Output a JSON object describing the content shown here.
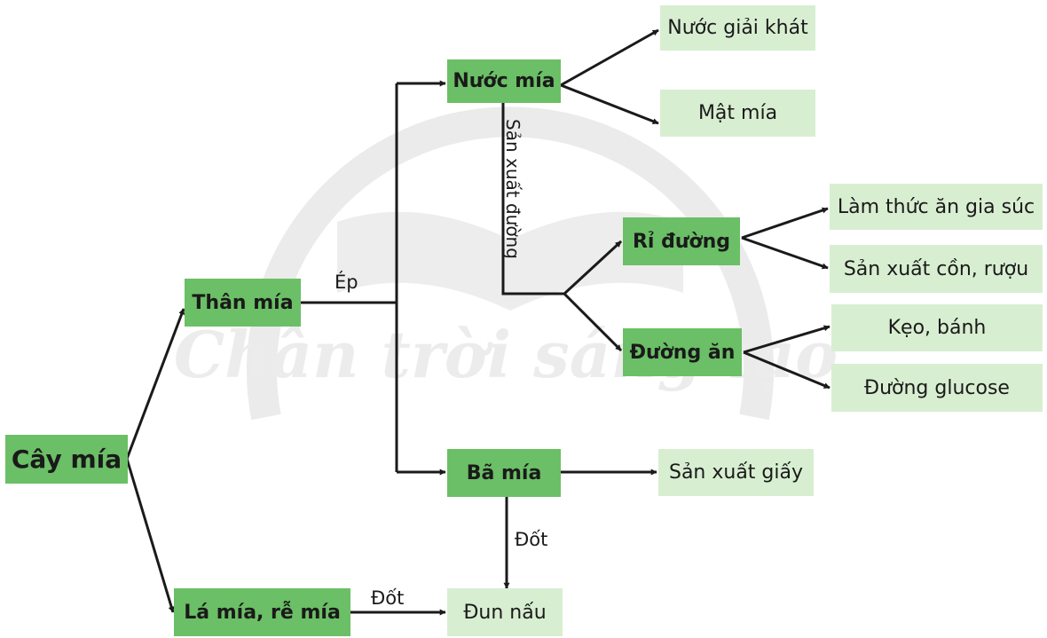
{
  "nodes": {
    "cay_mia": "Cây mía",
    "than_mia": "Thân mía",
    "la_mia": "Lá mía, rễ mía",
    "nuoc_mia": "Nước mía",
    "ba_mia": "Bã mía",
    "ri_duong": "Rỉ đường",
    "duong_an": "Đường ăn",
    "nuoc_giai_khat": "Nước giải khát",
    "mat_mia": "Mật mía",
    "lam_thuc_an": "Làm thức ăn gia súc",
    "san_xuat_con": "Sản xuất cồn, rượu",
    "keo_banh": "Kẹo, bánh",
    "duong_glucose": "Đường glucose",
    "san_xuat_giay": "Sản xuất giấy",
    "dun_nau": "Đun nấu"
  },
  "labels": {
    "ep": "Ép",
    "san_xuat_duong": "Sản xuất đường",
    "dot_ba": "Đốt",
    "dot_la": "Đốt"
  },
  "watermark": "Chân trời sáng tạo",
  "colors": {
    "dark_node": "#6bbf66",
    "light_node": "#d8eed1",
    "line": "#1a1a1a",
    "watermark": "#e6e6e6"
  }
}
